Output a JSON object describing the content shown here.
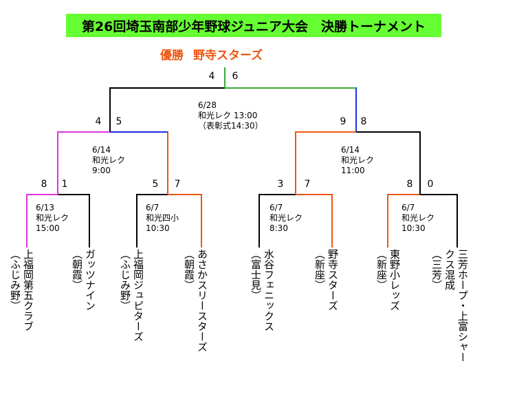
{
  "title": "第26回埼玉南部少年野球ジュニア大会　決勝トーナメント",
  "champion": {
    "label": "優勝",
    "team": "野寺スターズ"
  },
  "colors": {
    "winner": "#ee5511",
    "magenta": "#dd33dd",
    "blue": "#1a2ee0",
    "green": "#33aa33",
    "loser": "#000000",
    "banner": "#66ff33"
  },
  "final": {
    "scores": [
      "4",
      "6"
    ],
    "date": "6/28",
    "venue": "和光レク 13:00",
    "extra": "（表彰式14:30）"
  },
  "semis": [
    {
      "scores": [
        "4",
        "5"
      ],
      "date": "6/14",
      "venue": "和光レク",
      "time": "9:00"
    },
    {
      "scores": [
        "9",
        "8"
      ],
      "date": "6/14",
      "venue": "和光レク",
      "time": "11:00"
    }
  ],
  "quarters": [
    {
      "scores": [
        "8",
        "1"
      ],
      "date": "6/13",
      "venue": "和光レク",
      "time": "15:00"
    },
    {
      "scores": [
        "5",
        "7"
      ],
      "date": "6/7",
      "venue": "和光四小",
      "time": "10:30"
    },
    {
      "scores": [
        "3",
        "7"
      ],
      "date": "6/7",
      "venue": "和光レク",
      "time": "8:30"
    },
    {
      "scores": [
        "8",
        "0"
      ],
      "date": "6/7",
      "venue": "和光レク",
      "time": "10:30"
    }
  ],
  "teams": [
    {
      "lines": [
        "上福岡第五クラブ",
        "（ふじみ野）"
      ]
    },
    {
      "lines": [
        "ガッツナイン",
        "（朝霞）"
      ]
    },
    {
      "lines": [
        "上福岡ジュピターズ",
        "（ふじみ野）"
      ]
    },
    {
      "lines": [
        "あさかスリースターズ",
        "（朝霞）"
      ]
    },
    {
      "lines": [
        "水谷フェニックス",
        "（富士見）"
      ]
    },
    {
      "lines": [
        "野寺スターズ",
        "（新座）"
      ]
    },
    {
      "lines": [
        "東野小レッズ",
        "（新座）"
      ]
    },
    {
      "lines": [
        "三芳ホープ・上富シャー",
        "クス混成",
        "（三芳）"
      ]
    }
  ]
}
